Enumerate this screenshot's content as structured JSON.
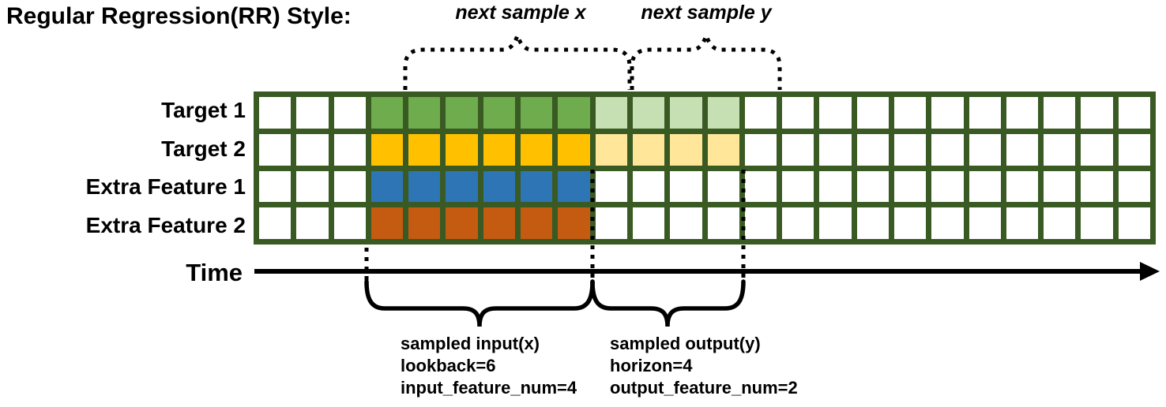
{
  "title": "Regular Regression(RR) Style:",
  "colors": {
    "grid_border": "#3A5A24",
    "white_cell": "#FFFFFF",
    "ink": "#000000"
  },
  "grid": {
    "columns": 24,
    "input_start_col": 3,
    "lookback": 6,
    "horizon": 4,
    "rows": [
      {
        "label": "Target 1",
        "input_color": "#6FAC4D",
        "output_color": "#C6E0B4"
      },
      {
        "label": "Target 2",
        "input_color": "#FFC000",
        "output_color": "#FFE699"
      },
      {
        "label": "Extra Feature 1",
        "input_color": "#2E75B6",
        "output_color": ""
      },
      {
        "label": "Extra Feature 2",
        "input_color": "#C55A11",
        "output_color": ""
      }
    ]
  },
  "annotations": {
    "next_sample_x": "next sample x",
    "next_sample_y": "next sample y",
    "time_label": "Time",
    "input_block": [
      "sampled input(x)",
      "lookback=6",
      "input_feature_num=4"
    ],
    "output_block": [
      "sampled output(y)",
      "horizon=4",
      "output_feature_num=2"
    ]
  }
}
